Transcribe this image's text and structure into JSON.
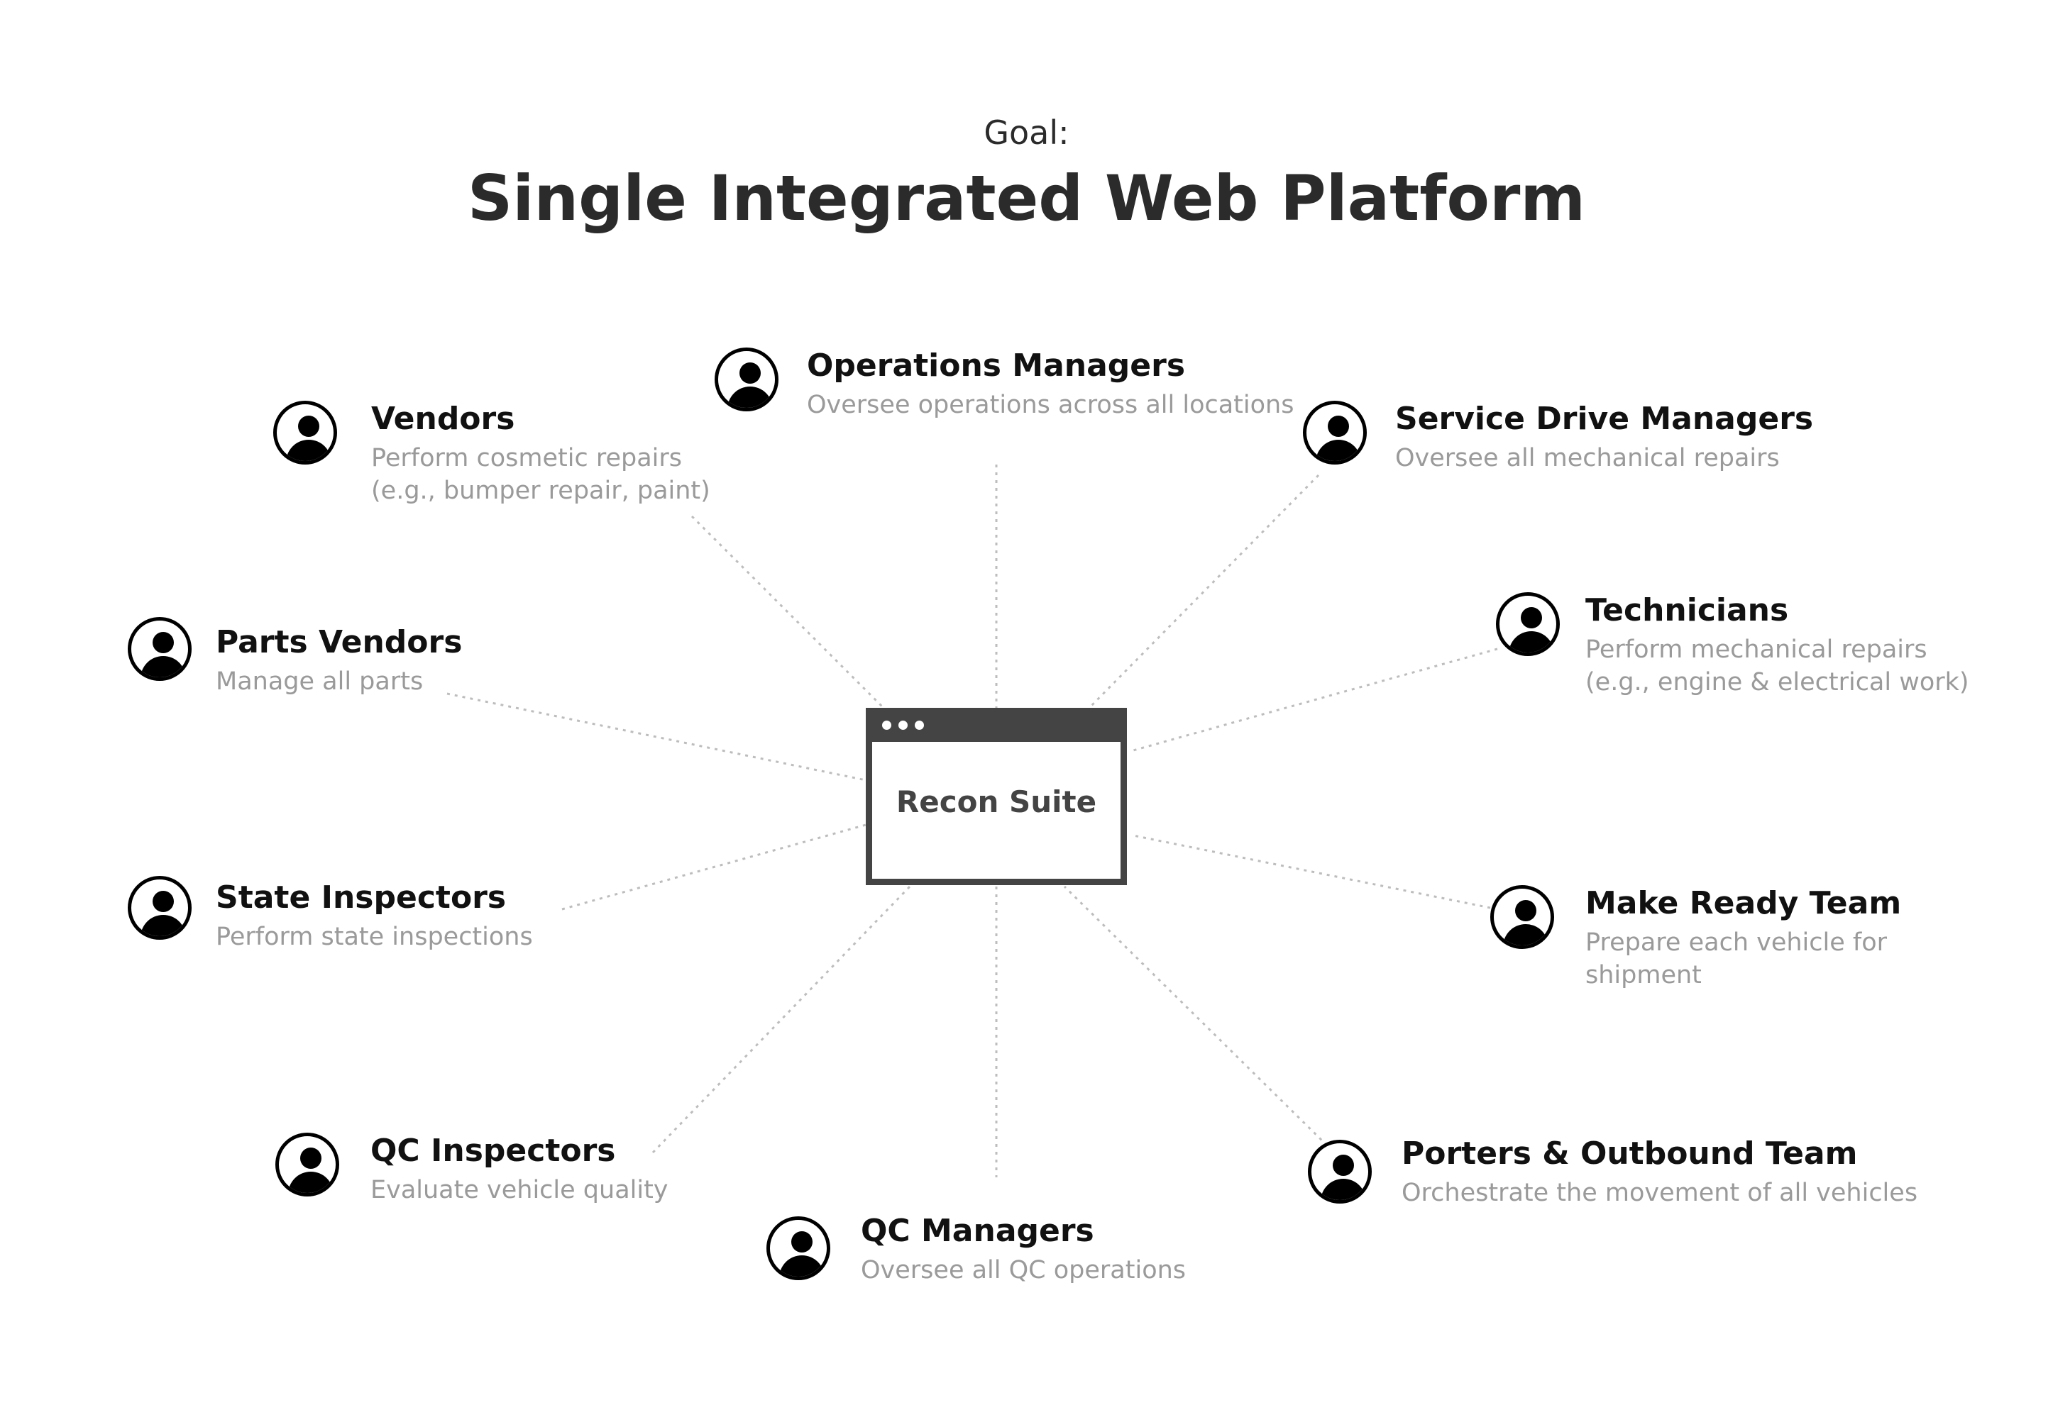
{
  "header": {
    "goal_label": "Goal:",
    "title": "Single Integrated Web Platform"
  },
  "center": {
    "label": "Recon Suite",
    "icon": "browser-window-icon"
  },
  "roles": [
    {
      "key": "operations-managers",
      "name": "Operations Managers",
      "desc": [
        "Oversee operations across all locations"
      ]
    },
    {
      "key": "vendors",
      "name": "Vendors",
      "desc": [
        "Perform cosmetic repairs",
        "(e.g., bumper repair, paint)"
      ]
    },
    {
      "key": "service-drive-managers",
      "name": "Service Drive Managers",
      "desc": [
        "Oversee all mechanical repairs"
      ]
    },
    {
      "key": "technicians",
      "name": "Technicians",
      "desc": [
        "Perform mechanical repairs",
        "(e.g., engine & electrical work)"
      ]
    },
    {
      "key": "parts-vendors",
      "name": "Parts Vendors",
      "desc": [
        "Manage all parts"
      ]
    },
    {
      "key": "state-inspectors",
      "name": "State Inspectors",
      "desc": [
        "Perform state inspections"
      ]
    },
    {
      "key": "make-ready-team",
      "name": "Make Ready Team",
      "desc": [
        "Prepare each vehicle for",
        "shipment"
      ]
    },
    {
      "key": "qc-inspectors",
      "name": "QC Inspectors",
      "desc": [
        "Evaluate vehicle quality"
      ]
    },
    {
      "key": "porters-outbound-team",
      "name": "Porters & Outbound Team",
      "desc": [
        "Orchestrate the movement of all vehicles"
      ]
    },
    {
      "key": "qc-managers",
      "name": "QC Managers",
      "desc": [
        "Oversee all QC operations"
      ]
    }
  ],
  "colors": {
    "title": "#2b2b2b",
    "role_name": "#111111",
    "role_desc": "#9a9a9a",
    "window": "#444444",
    "connector": "#bdbdbd",
    "avatar": "#000000"
  }
}
